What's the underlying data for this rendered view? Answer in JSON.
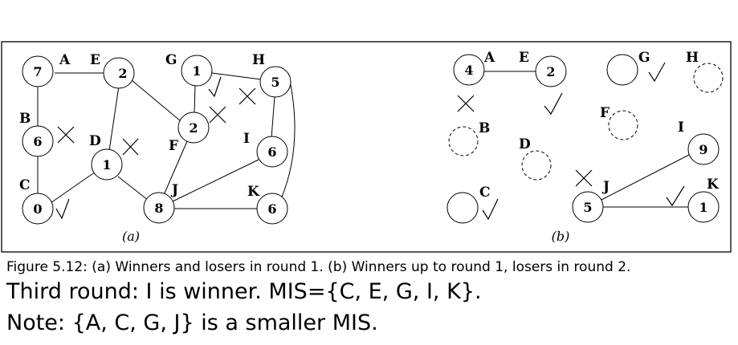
{
  "diagram": {
    "panel_a": {
      "label": "(a)",
      "nodes": [
        {
          "id": "A_node",
          "name": "A",
          "value": "7",
          "letter": "A"
        },
        {
          "id": "E_node",
          "name": "E",
          "value": "2",
          "letter": "E"
        },
        {
          "id": "G_node",
          "name": "G",
          "value": "1",
          "letter": "G"
        },
        {
          "id": "H_node",
          "name": "H",
          "value": "5",
          "letter": "H"
        },
        {
          "id": "B_node",
          "name": "B",
          "value": "6",
          "letter": "B"
        },
        {
          "id": "D_node",
          "name": "D",
          "value": "1",
          "letter": "D"
        },
        {
          "id": "F_node",
          "name": "F",
          "value": "2",
          "letter": "F"
        },
        {
          "id": "I_node",
          "name": "I",
          "value": "6",
          "letter": "I"
        },
        {
          "id": "C_node",
          "name": "C",
          "value": "0",
          "letter": "C"
        },
        {
          "id": "J_node",
          "name": "J",
          "value": "8",
          "letter": "J"
        },
        {
          "id": "K_node",
          "name": "K",
          "value": "6",
          "letter": "K"
        }
      ],
      "edges": [
        [
          "A",
          "E"
        ],
        [
          "A",
          "B"
        ],
        [
          "B",
          "C"
        ],
        [
          "E",
          "D"
        ],
        [
          "E",
          "F"
        ],
        [
          "G",
          "F"
        ],
        [
          "G",
          "H"
        ],
        [
          "H",
          "I"
        ],
        [
          "H",
          "K"
        ],
        [
          "I",
          "J"
        ],
        [
          "D",
          "C"
        ],
        [
          "D",
          "J"
        ],
        [
          "F",
          "J"
        ],
        [
          "J",
          "K"
        ]
      ],
      "marks": [
        {
          "node": "G",
          "mark": "check"
        },
        {
          "node": "C",
          "mark": "check"
        },
        {
          "node": "B",
          "mark": "cross"
        },
        {
          "node": "D",
          "mark": "cross"
        },
        {
          "node": "F",
          "mark": "cross"
        },
        {
          "node": "H",
          "mark": "cross"
        }
      ]
    },
    "panel_b": {
      "label": "(b)",
      "nodes": [
        {
          "name": "A",
          "value": "4",
          "letter": "A",
          "style": "solid"
        },
        {
          "name": "E",
          "value": "2",
          "letter": "E",
          "style": "solid"
        },
        {
          "name": "G",
          "value": "",
          "letter": "G",
          "style": "solid"
        },
        {
          "name": "H",
          "value": "",
          "letter": "H",
          "style": "dashed"
        },
        {
          "name": "F",
          "value": "",
          "letter": "F",
          "style": "dashed"
        },
        {
          "name": "B",
          "value": "",
          "letter": "B",
          "style": "dashed"
        },
        {
          "name": "D",
          "value": "",
          "letter": "D",
          "style": "dashed"
        },
        {
          "name": "I",
          "value": "9",
          "letter": "I",
          "style": "solid"
        },
        {
          "name": "C",
          "value": "",
          "letter": "C",
          "style": "solid"
        },
        {
          "name": "J",
          "value": "5",
          "letter": "J",
          "style": "solid"
        },
        {
          "name": "K",
          "value": "1",
          "letter": "K",
          "style": "solid"
        }
      ],
      "edges": [
        [
          "A",
          "E"
        ],
        [
          "J",
          "I"
        ],
        [
          "J",
          "K"
        ]
      ],
      "marks": [
        {
          "node": "E",
          "mark": "check"
        },
        {
          "node": "G",
          "mark": "check"
        },
        {
          "node": "C",
          "mark": "check"
        },
        {
          "node": "K",
          "mark": "check"
        },
        {
          "node": "A",
          "mark": "cross"
        },
        {
          "node": "J",
          "mark": "cross"
        }
      ]
    }
  },
  "caption": "Figure 5.12: (a) Winners and losers in round 1. (b) Winners up to round 1, losers in round 2.",
  "text": {
    "line1": "Third round: I is winner. MIS={C, E, G, I, K}.",
    "line2": "Note: {A, C, G, J} is a smaller MIS."
  }
}
